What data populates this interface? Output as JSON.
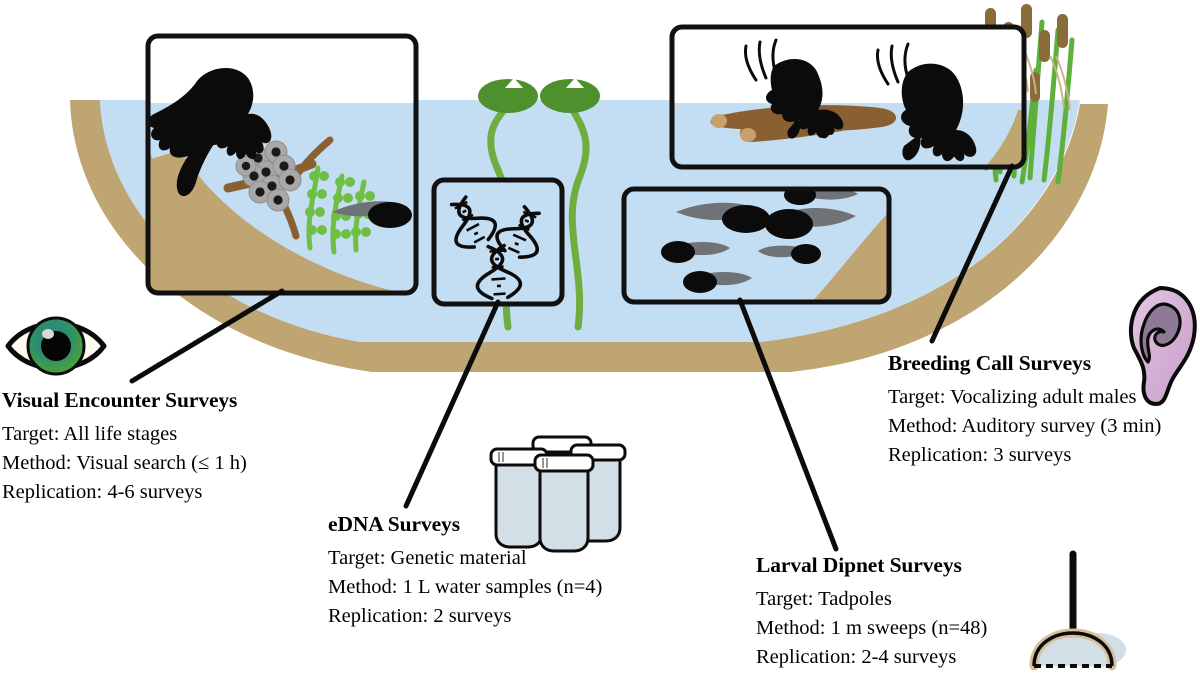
{
  "figure": {
    "type": "amphibian-survey-methods-diagram",
    "habitat": "pond cross-section"
  },
  "colors": {
    "water": "#c3ddf2",
    "bank": "#bfa572",
    "vegetation_green": "#79bd4e",
    "lilypad_green": "#4e8f2e",
    "wood_brown": "#8a6032",
    "cattail_brown": "#9a7540",
    "silhouette": "#0b0b0b",
    "tadpole_body": "#6f7377",
    "panel_stroke": "#111111",
    "ear_pink": "#d9b6d9",
    "bottle_glass": "#d3dfe7",
    "eye_iris": "#1f6f78",
    "net_frame": "#d6c09a"
  },
  "panels": [
    {
      "id": "visual-panel",
      "name": "visual-encounter-panel",
      "contents": "adult frog, egg mass on branch, aquatic plants, tadpole"
    },
    {
      "id": "edna-panel",
      "name": "edna-panel",
      "contents": "three DNA double helices"
    },
    {
      "id": "larval-panel",
      "name": "larval-dipnet-panel",
      "contents": "six tadpoles"
    },
    {
      "id": "call-panel",
      "name": "breeding-call-panel",
      "contents": "two calling frogs on logs with sound waves"
    }
  ],
  "surveys": [
    {
      "key": "visual",
      "icon": "eye-icon",
      "title": "Visual Encounter Surveys",
      "target": "Target: All life stages",
      "method": "Method: Visual search (≤ 1 h)",
      "replication": "Replication: 4-6 surveys"
    },
    {
      "key": "edna",
      "icon": "sample-bottles-icon",
      "title": "eDNA Surveys",
      "target": "Target: Genetic material",
      "method": "Method: 1 L water samples (n=4)",
      "replication": "Replication: 2 surveys"
    },
    {
      "key": "larval",
      "icon": "dipnet-icon",
      "title": "Larval Dipnet Surveys",
      "target": "Target: Tadpoles",
      "method": "Method: 1 m sweeps (n=48)",
      "replication": "Replication: 2-4 surveys"
    },
    {
      "key": "call",
      "icon": "ear-icon",
      "title": "Breeding Call Surveys",
      "target": "Target: Vocalizing adult males",
      "method": "Method: Auditory survey (3 min)",
      "replication": "Replication: 3 surveys"
    }
  ]
}
